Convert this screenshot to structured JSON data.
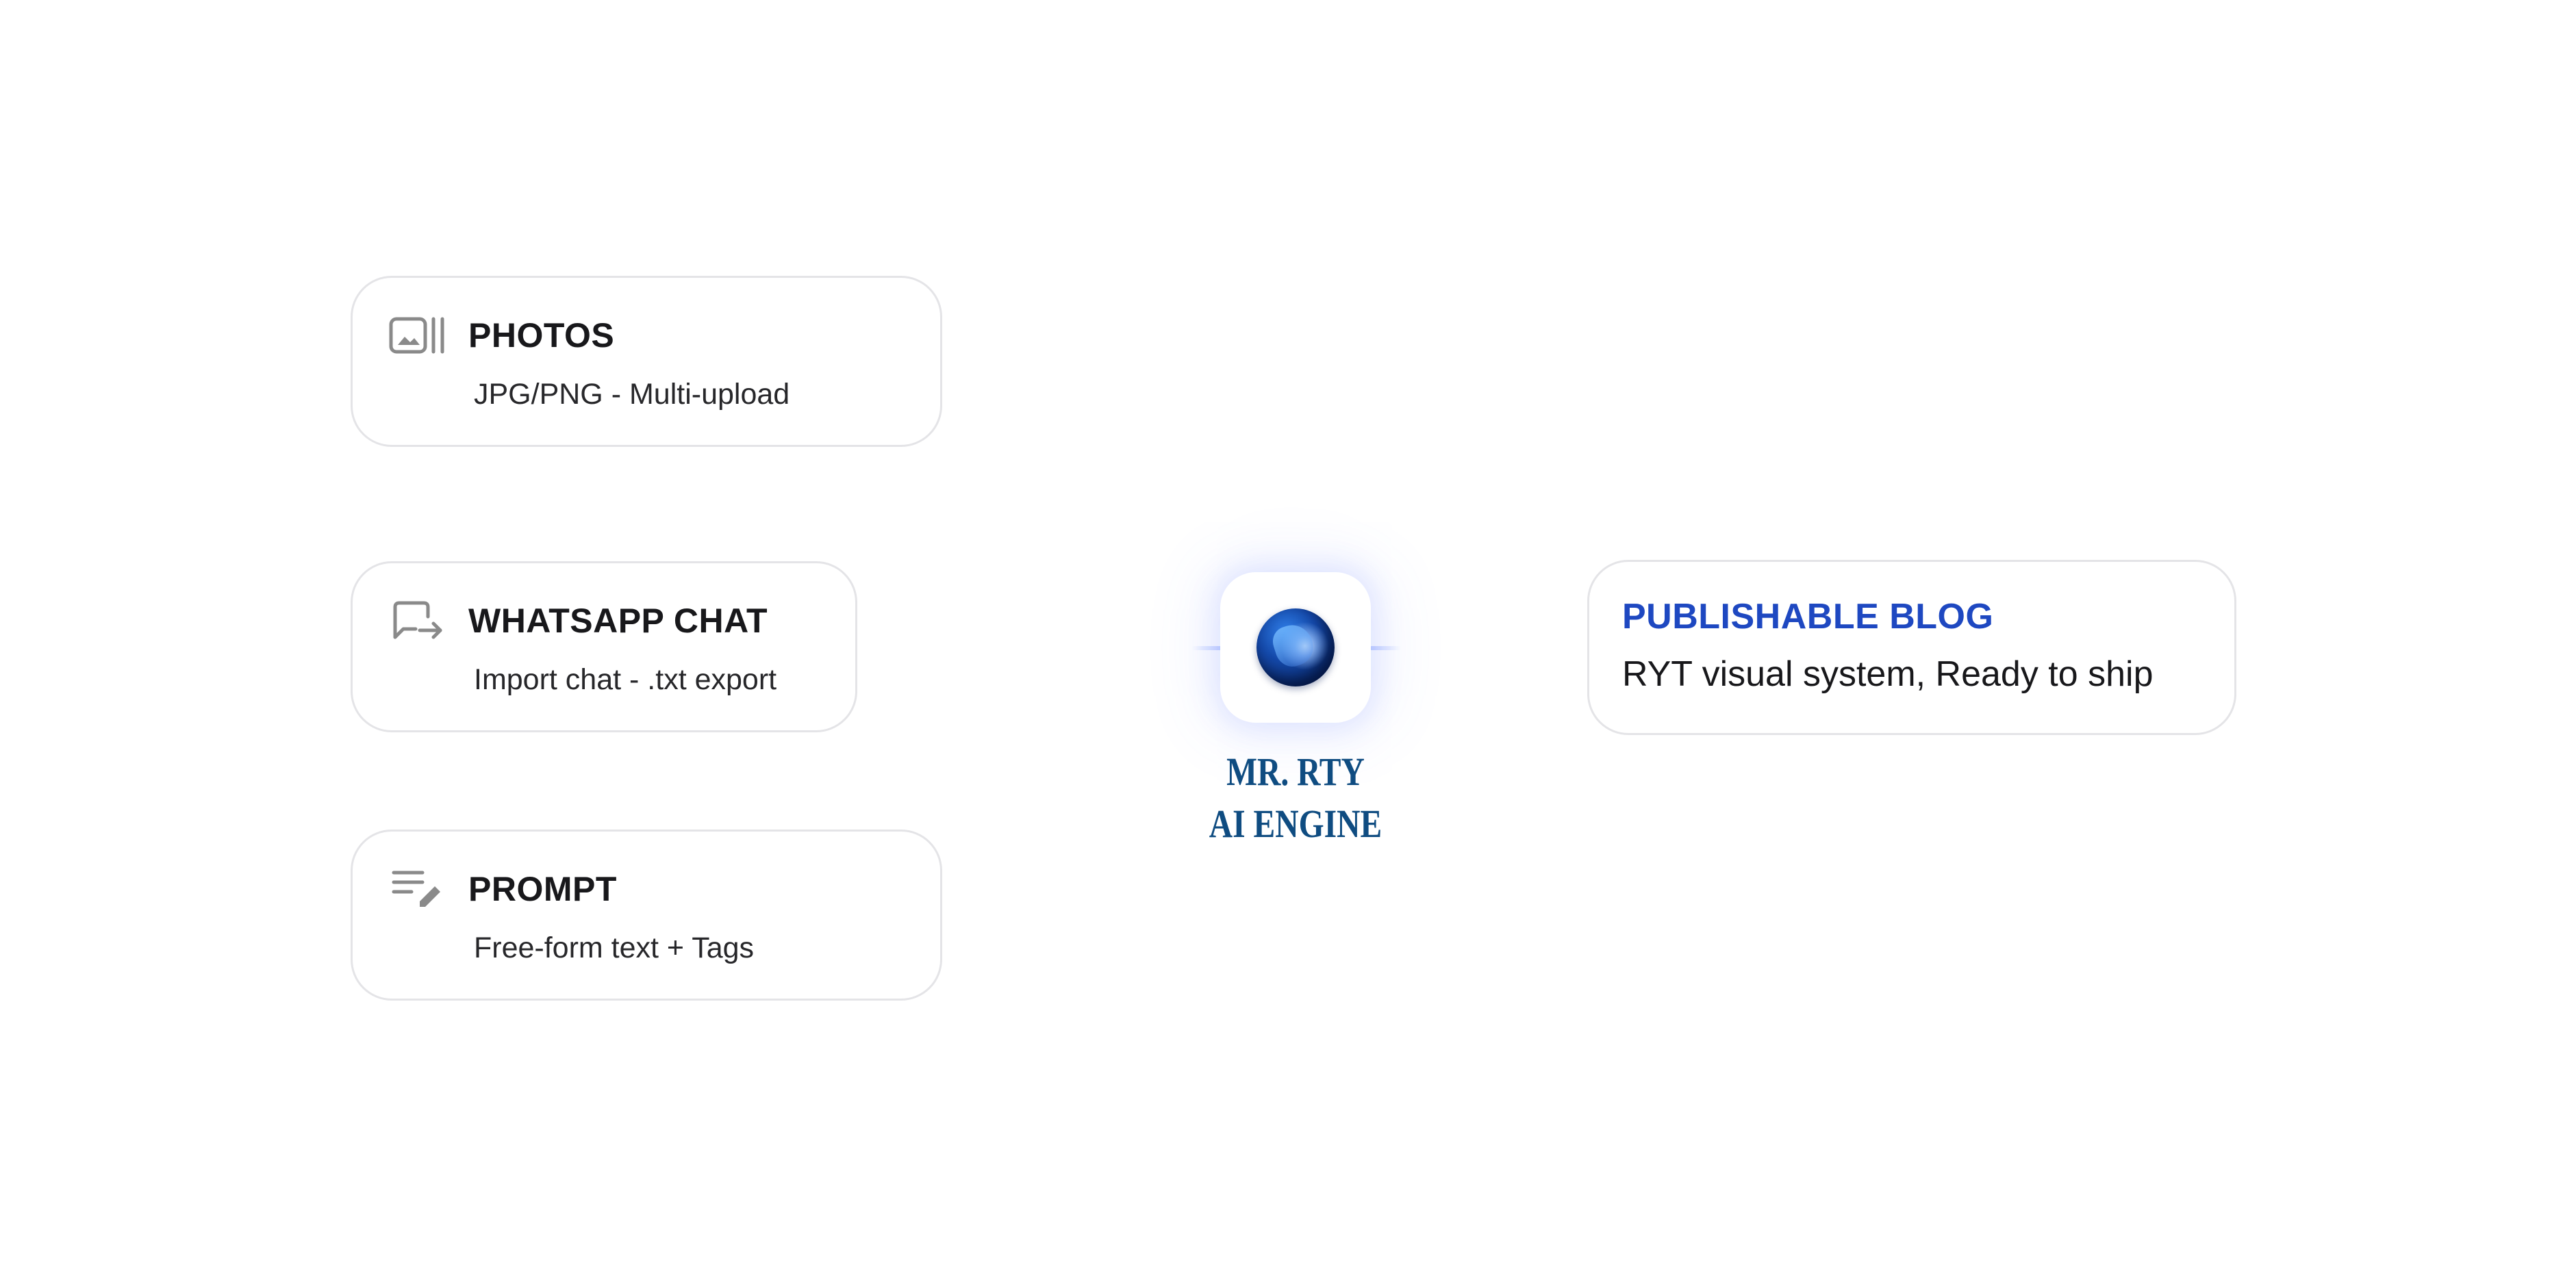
{
  "inputs": [
    {
      "id": "photos",
      "icon": "image-gallery-icon",
      "title": "PHOTOS",
      "subtitle": "JPG/PNG - Multi-upload"
    },
    {
      "id": "whatsapp",
      "icon": "chat-export-icon",
      "title": "WHATSAPP CHAT",
      "subtitle": "Import chat - .txt export"
    },
    {
      "id": "prompt",
      "icon": "edit-text-icon",
      "title": "PROMPT",
      "subtitle": "Free-form text + Tags"
    }
  ],
  "engine": {
    "icon": "ai-orb-icon",
    "label_line1": "MR. RTY",
    "label_line2": "AI ENGINE"
  },
  "output": {
    "title": "PUBLISHABLE BLOG",
    "subtitle": "RYT visual system, Ready to ship"
  },
  "colors": {
    "accent_blue": "#1e48c1",
    "engine_label": "#0f4c81",
    "card_border": "#e4e4e7",
    "icon_gray": "#8a8a8a"
  }
}
